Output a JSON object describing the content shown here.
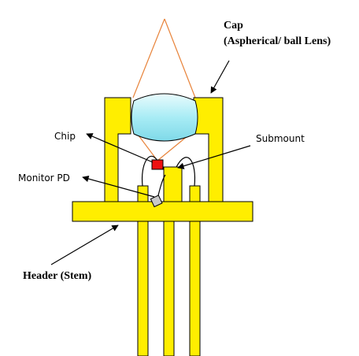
{
  "labels": {
    "cap_line1": "Cap",
    "cap_line2": "(Aspherical/ ball Lens)",
    "chip": "Chip",
    "submount": "Submount",
    "monitor_pd": "Monitor PD",
    "header": "Header (Stem)"
  },
  "colors": {
    "metal": "#ffee00",
    "lens": "#a8ecf5",
    "chip": "#ee1111",
    "monitor_pd": "#c8c8c8",
    "ray": "#e8833a",
    "outline": "#000000"
  }
}
